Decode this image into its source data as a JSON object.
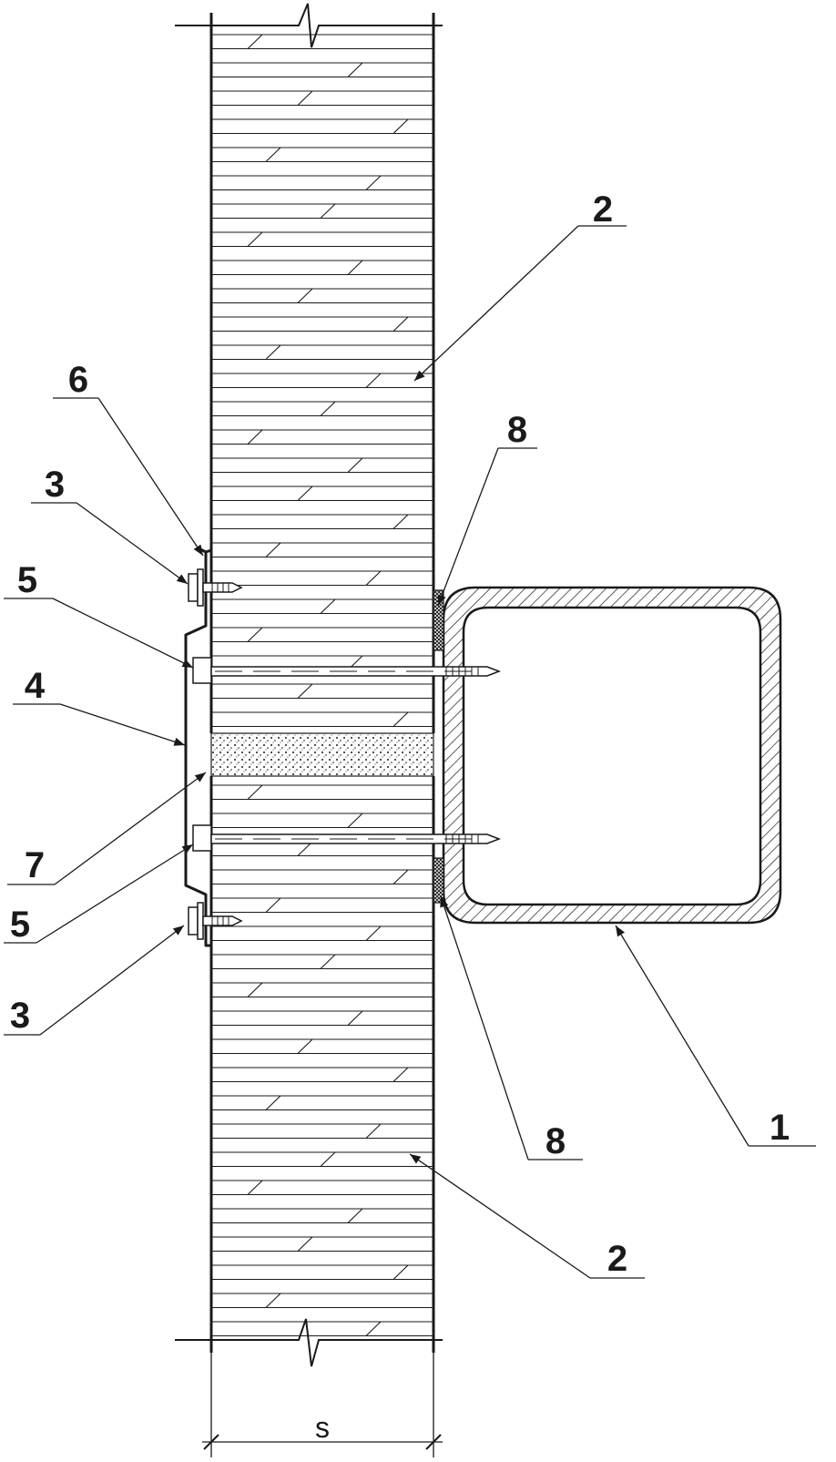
{
  "labels": {
    "l1": "1",
    "l2a": "2",
    "l2b": "2",
    "l3a": "3",
    "l3b": "3",
    "l4": "4",
    "l5a": "5",
    "l5b": "5",
    "l6": "6",
    "l7": "7",
    "l8a": "8",
    "l8b": "8"
  },
  "dimension": {
    "thickness": "s"
  },
  "colors": {
    "line": "#1a1a1a",
    "background": "#ffffff",
    "sealant": "#555555"
  }
}
